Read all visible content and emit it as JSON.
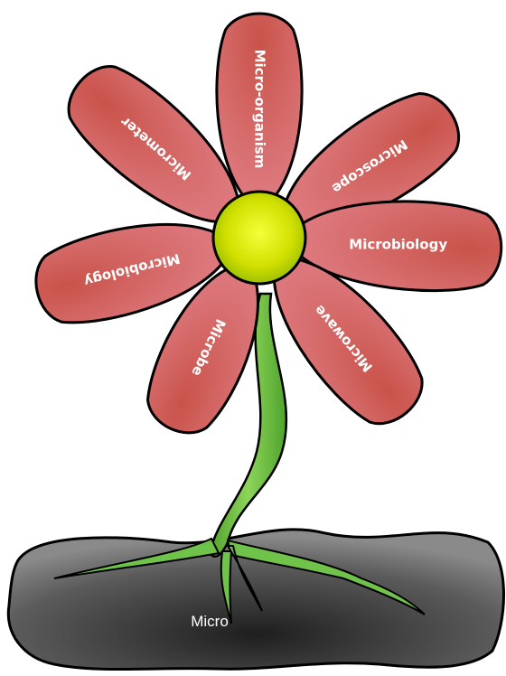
{
  "diagram": {
    "root": "Micro",
    "center_color": "#d6e600",
    "petal_color": "#d96a6a",
    "stem_color": "#6fc24a",
    "soil_color": "#5a5a5a",
    "petals": [
      {
        "label": "Micro-organism"
      },
      {
        "label": "Microscope"
      },
      {
        "label": "Microbiology"
      },
      {
        "label": "Microwave"
      },
      {
        "label": "Microbe"
      },
      {
        "label": "Microbiology"
      },
      {
        "label": "Micrometer"
      }
    ]
  }
}
